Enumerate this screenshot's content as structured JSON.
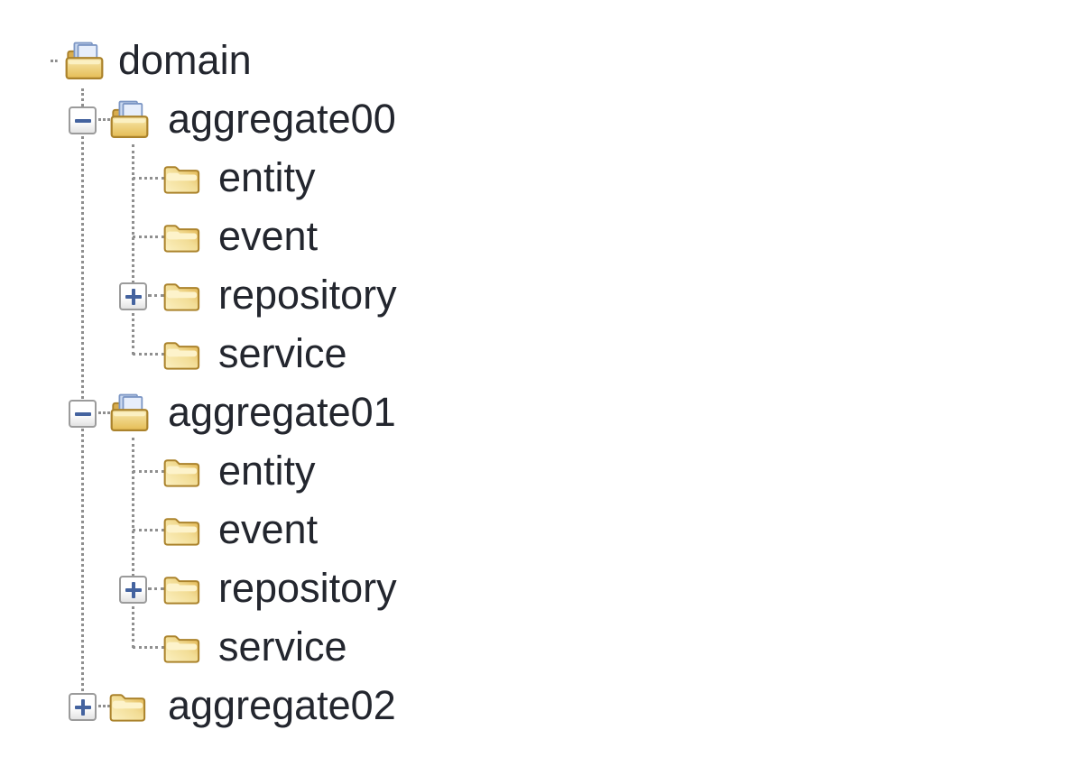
{
  "tree": {
    "nodes": [
      {
        "label": "domain",
        "level": 0,
        "icon": "open-folder-doc-icon",
        "toggle": null,
        "expanded": true
      },
      {
        "label": "aggregate00",
        "level": 1,
        "icon": "open-folder-doc-icon",
        "toggle": "minus",
        "expanded": true
      },
      {
        "label": "entity",
        "level": 2,
        "icon": "closed-folder-icon",
        "toggle": null,
        "expanded": false
      },
      {
        "label": "event",
        "level": 2,
        "icon": "closed-folder-icon",
        "toggle": null,
        "expanded": false
      },
      {
        "label": "repository",
        "level": 2,
        "icon": "closed-folder-icon",
        "toggle": "plus",
        "expanded": false
      },
      {
        "label": "service",
        "level": 2,
        "icon": "closed-folder-icon",
        "toggle": null,
        "expanded": false
      },
      {
        "label": "aggregate01",
        "level": 1,
        "icon": "open-folder-doc-icon",
        "toggle": "minus",
        "expanded": true
      },
      {
        "label": "entity",
        "level": 2,
        "icon": "closed-folder-icon",
        "toggle": null,
        "expanded": false
      },
      {
        "label": "event",
        "level": 2,
        "icon": "closed-folder-icon",
        "toggle": null,
        "expanded": false
      },
      {
        "label": "repository",
        "level": 2,
        "icon": "closed-folder-icon",
        "toggle": "plus",
        "expanded": false
      },
      {
        "label": "service",
        "level": 2,
        "icon": "closed-folder-icon",
        "toggle": null,
        "expanded": false
      },
      {
        "label": "aggregate02",
        "level": 1,
        "icon": "closed-folder-icon",
        "toggle": "plus",
        "expanded": false
      }
    ],
    "colors": {
      "label_text": "#23262e",
      "connector_gray": "#8f8f8f",
      "toggle_border_gray": "#9b9b9b",
      "toggle_sign_blue": "#44639f",
      "folder_gold": "#e6bd58",
      "folder_gold_light": "#fcf1c2",
      "folder_outline": "#ab832c",
      "document_blue_fill": "#e7eefb",
      "document_blue_stroke": "#7d97c5",
      "background": "#ffffff"
    }
  }
}
